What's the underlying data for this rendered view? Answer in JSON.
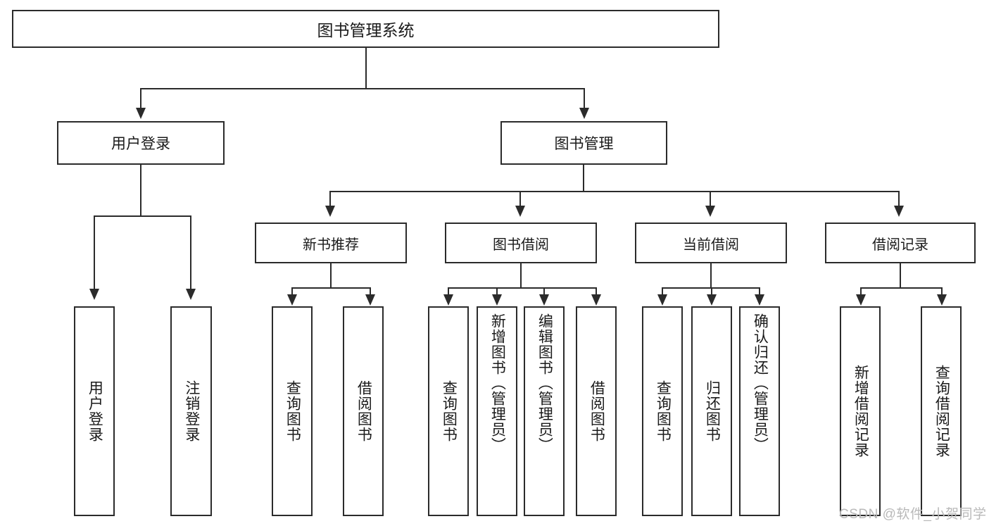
{
  "diagram": {
    "title": "图书管理系统",
    "type": "hierarchy-tree",
    "root": {
      "label": "图书管理系统"
    },
    "level1": [
      {
        "id": "user-login",
        "label": "用户登录"
      },
      {
        "id": "book-management",
        "label": "图书管理"
      }
    ],
    "level2": [
      {
        "id": "new-book-recommend",
        "label": "新书推荐",
        "parent": "book-management"
      },
      {
        "id": "book-borrow",
        "label": "图书借阅",
        "parent": "book-management"
      },
      {
        "id": "current-borrow",
        "label": "当前借阅",
        "parent": "book-management"
      },
      {
        "id": "borrow-record",
        "label": "借阅记录",
        "parent": "book-management"
      }
    ],
    "leaves": {
      "user_login": [
        {
          "id": "leaf-user-login",
          "label": "用户登录"
        },
        {
          "id": "leaf-logout-login",
          "label": "注销登录"
        }
      ],
      "new_book_recommend": [
        {
          "id": "leaf-query-book-1",
          "label": "查询图书"
        },
        {
          "id": "leaf-borrow-book-1",
          "label": "借阅图书"
        }
      ],
      "book_borrow": [
        {
          "id": "leaf-query-book-2",
          "label": "查询图书"
        },
        {
          "id": "leaf-add-book",
          "label": "新增图书（管理员）"
        },
        {
          "id": "leaf-edit-book",
          "label": "编辑图书（管理员）"
        },
        {
          "id": "leaf-borrow-book-2",
          "label": "借阅图书"
        }
      ],
      "current_borrow": [
        {
          "id": "leaf-query-book-3",
          "label": "查询图书"
        },
        {
          "id": "leaf-return-book",
          "label": "归还图书"
        },
        {
          "id": "leaf-confirm-return",
          "label": "确认归还（管理员）"
        }
      ],
      "borrow_record": [
        {
          "id": "leaf-add-record",
          "label": "新增借阅记录"
        },
        {
          "id": "leaf-query-record",
          "label": "查询借阅记录"
        }
      ]
    },
    "watermark": "CSDN @软件_小贺同学",
    "colors": {
      "border": "#2b2b2b",
      "text": "#1a1a1a",
      "background": "#ffffff",
      "watermark": "#b9b9b9"
    }
  }
}
